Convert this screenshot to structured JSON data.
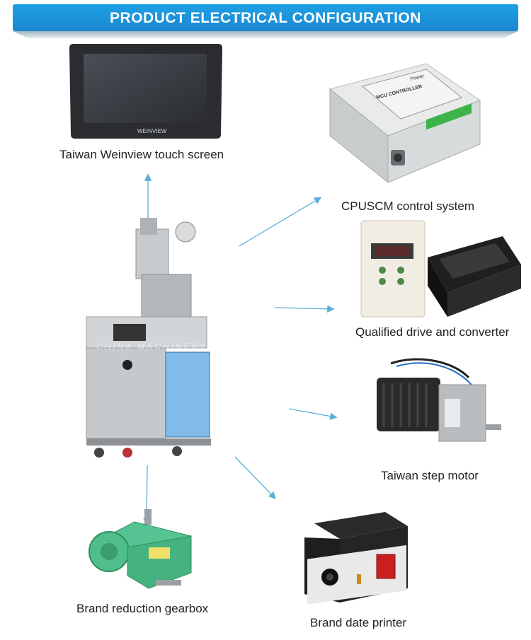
{
  "banner": {
    "title": "PRODUCT ELECTRICAL CONFIGURATION"
  },
  "components": [
    {
      "caption": "Taiwan Weinview touch screen",
      "brand_text": "WEINVIEW"
    },
    {
      "caption": "CPUSCM control system",
      "label_lines": [
        "MCU CONTROLLER",
        "Power"
      ]
    },
    {
      "caption": "Qualified drive and converter"
    },
    {
      "caption": "Taiwan step motor"
    },
    {
      "caption": "Brand reduction gearbox"
    },
    {
      "caption": "Brand date printer"
    }
  ],
  "watermark": {
    "text": "CHINA MACHINERY"
  },
  "colors": {
    "banner": "#1b8fd8",
    "arrow": "#5aaed9",
    "gearbox": "#4fc28d",
    "machine": "#b9bec3"
  }
}
